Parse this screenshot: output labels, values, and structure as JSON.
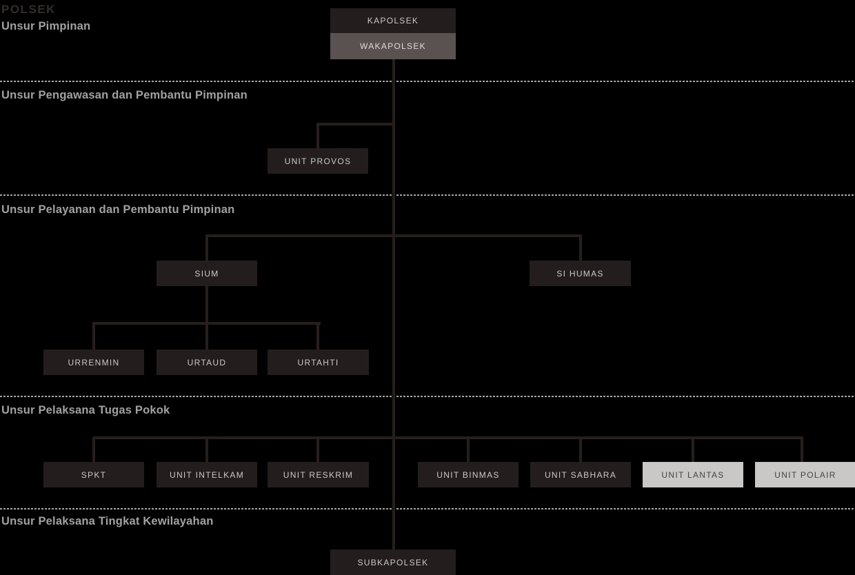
{
  "header": {
    "title": "POLSEK"
  },
  "colors": {
    "background": "#000000",
    "node_dark": "#231e1d",
    "node_dark_text": "#cbc9c8",
    "node_gray": "#595251",
    "node_gray_text": "#dedcdb",
    "node_light": "#c9c8c7",
    "node_light_text": "#474241",
    "connector": "#261f1d",
    "divider": "#a9a7a6",
    "section_heading": "#a3a1a0",
    "title": "#322e2d"
  },
  "sections": [
    {
      "heading": "Unsur Pimpinan"
    },
    {
      "heading": "Unsur Pengawasan dan Pembantu Pimpinan"
    },
    {
      "heading": "Unsur Pelayanan dan Pembantu Pimpinan"
    },
    {
      "heading": "Unsur Pelaksana Tugas Pokok"
    },
    {
      "heading": "Unsur Pelaksana Tingkat Kewilayahan"
    }
  ],
  "nodes": {
    "kapolsek": {
      "label": "KAPOLSEK",
      "variant": "dark"
    },
    "wakapolsek": {
      "label": "WAKAPOLSEK",
      "variant": "gray"
    },
    "unit_provos": {
      "label": "UNIT PROVOS",
      "variant": "dark"
    },
    "sium": {
      "label": "SIUM",
      "variant": "dark"
    },
    "si_humas": {
      "label": "SI HUMAS",
      "variant": "dark"
    },
    "urrenmin": {
      "label": "URRENMIN",
      "variant": "dark"
    },
    "urtaud": {
      "label": "URTAUD",
      "variant": "dark"
    },
    "urtahti": {
      "label": "URTAHTI",
      "variant": "dark"
    },
    "spkt": {
      "label": "SPKT",
      "variant": "dark"
    },
    "unit_intelkam": {
      "label": "UNIT INTELKAM",
      "variant": "dark"
    },
    "unit_reskrim": {
      "label": "UNIT RESKRIM",
      "variant": "dark"
    },
    "unit_binmas": {
      "label": "UNIT BINMAS",
      "variant": "dark"
    },
    "unit_sabhara": {
      "label": "UNIT SABHARA",
      "variant": "dark"
    },
    "unit_lantas": {
      "label": "UNIT LANTAS",
      "variant": "light"
    },
    "unit_polair": {
      "label": "UNIT POLAIR",
      "variant": "light"
    },
    "subkapolsek": {
      "label": "SUBKAPOLSEK",
      "variant": "dark"
    }
  }
}
